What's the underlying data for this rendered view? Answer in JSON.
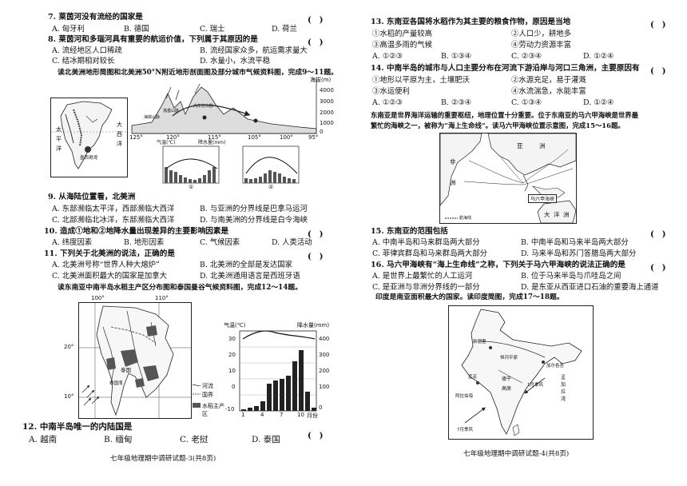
{
  "left": {
    "q7": {
      "stem": "7. 莱茵河没有流经的国家是",
      "paren": "(　)",
      "a": "A. 匈牙利",
      "b": "B. 德国",
      "c": "C. 瑞士",
      "d": "D. 荷兰"
    },
    "q8": {
      "stem": "8. 莱茵河和多瑙河具有重要的航运价值，下列属于其原因的是",
      "paren": "(　)",
      "a": "A. 流经地区人口稀疏",
      "b": "B. 流经国家众多，航运需求量大",
      "c": "C. 结冰期相对较长",
      "d": "D. 水量小，水流平稳"
    },
    "intro9": "读北美洲地形简图和北美洲50°N附近地形剖面图及部分城市气候资料图，完成9～11题。",
    "fig1": {
      "labels": {
        "pacific": "太",
        "pacific2": "平",
        "pacific3": "洋",
        "atlantic": "大",
        "atlantic2": "西",
        "atlantic3": "洋",
        "gulf": "墨西哥湾"
      },
      "profile": {
        "alt_unit": "海拔(m)",
        "ticks": [
          "4000",
          "3000",
          "2000",
          "1000",
          "0"
        ],
        "lon": [
          "125°",
          "120°",
          "115°",
          "105°",
          "100°",
          "95°"
        ],
        "mountains": [
          "落基山脉",
          "海岸山脉",
          "内华达山脉"
        ]
      },
      "climate": {
        "title_left": "气温(℃)",
        "title_right": "降水量(mm)",
        "label1": "①",
        "label2": "②"
      }
    },
    "q9": {
      "stem": "9. 从海陆位置看，北美洲",
      "a": "A. 东部濒临太平洋，西部濒临大西洋",
      "b": "B. 与亚洲的分界线是巴拿马运河",
      "c": "C. 北部濒临北冰洋，东部濒临大西洋",
      "d": "D. 与南美洲的分界线是白令海峡"
    },
    "q10": {
      "stem": "10. 造成①地和②地降水量出现差异的主要影响因素是",
      "paren": "(　)",
      "a": "A. 纬度因素",
      "b": "B. 地形因素",
      "c": "C. 气候因素",
      "d": "D. 人类活动"
    },
    "q11": {
      "stem": "11. 下列关于北美洲的说法，正确的是",
      "paren": "(　)",
      "a": "A. 北美洲号称“世界人种大熔炉”",
      "b": "B. 北美洲的全部是发达国家",
      "c": "C. 北美洲面积最大的国家是加拿大",
      "d": "D. 北美洲通用语言是西班牙语"
    },
    "intro12": "读东南亚中南半岛水稻主产区分布图和泰国曼谷气候资料图，完成12～14题。",
    "fig2": {
      "lon": [
        "100°",
        "110°"
      ],
      "lat": [
        "20°",
        "10°"
      ],
      "thailand": "泰国",
      "gulf": "泰国湾",
      "legend_river": "河流",
      "legend_border": "国界",
      "legend_rice": "水稻主产区"
    },
    "fig3": {
      "title_left": "气温(℃)",
      "title_right": "降水量(mm)",
      "yleft": [
        "30",
        "20",
        "10",
        "0",
        "-10"
      ],
      "yright": [
        "400",
        "300",
        "200",
        "100",
        "0"
      ],
      "months": [
        "1",
        "4",
        "7",
        "10"
      ],
      "unit": "月份"
    },
    "q12": {
      "stem": "12. 中南半岛唯一的内陆国是",
      "paren": "(　)",
      "a": "A. 越南",
      "b": "B. 缅甸",
      "c": "C. 老挝",
      "d": "D. 泰国"
    },
    "footer": "七年级地理期中调研试题-3(共8页)"
  },
  "right": {
    "q13": {
      "stem": "13. 东南亚各国将水稻作为其主要的粮食作物，原因是当地",
      "paren": "(　)",
      "o1": "①水稻的产量较高",
      "o2": "②人口少，耕地多",
      "o3": "③高温多雨的气候",
      "o4": "④劳动力资源丰富",
      "a": "A. ①②③",
      "b": "B. ①③④",
      "c": "C. ②③④",
      "d": "D. ①②④"
    },
    "q14": {
      "stem": "14. 中南半岛的城市与人口主要分布在河流下游沿岸与河口三角洲，主要原因有",
      "paren": "(　)",
      "o1": "①地形以平原为主，土壤肥沃",
      "o2": "②水源充足，易于灌溉",
      "o3": "③水运便利",
      "o4": "④水流湍急，水能丰富",
      "a": "A. ①②③",
      "b": "B. ②③④",
      "c": "C. ①③④",
      "d": "D. ①②④"
    },
    "intro15a": "东南亚是世界海洋运输的重要枢纽，地理位置十分重要。位于东南亚的马六甲海峡是世界最",
    "intro15b": "繁忙的海峡之一，被称为“海上生命线”。读马六甲海峡位置示意图，完成15～16题。",
    "fig4": {
      "asia": "亚",
      "asia2": "洲",
      "africa": "非",
      "africa2": "洲",
      "ocean": "大",
      "ocean2": "洋",
      "ocean3": "洲",
      "strait": "马六甲海峡",
      "legend": "航海线"
    },
    "q15": {
      "stem": "15. 东南亚的范围包括",
      "paren": "(　)",
      "a": "A. 中南半岛和马来群岛两大部分",
      "b": "B. 中南半岛和马来半岛两大部分",
      "c": "C. 菲律宾群岛和马来群岛两大部分",
      "d": "D. 马来半岛和苏门答腊岛两大部分"
    },
    "q16": {
      "stem": "16. 马六甲海峡有“海上生命线”之称，下列关于马六甲海峡的说法正确的是",
      "paren": "(　)",
      "a": "A. 是世界上最繁忙的人工运河",
      "b": "B. 位于马来半岛与爪哇岛之间",
      "c": "C. 是亚洲与非洲分界线的一部分",
      "d": "D. 是东亚从西亚进口石油的重要海上通道"
    },
    "intro17": "印度是南亚面积最大的国家。读印度简图，完成17～18题。",
    "fig5": {
      "newdelhi": "新德里",
      "ganges": "恒河平原",
      "deccan": "德干",
      "deccan2": "高原",
      "arabian": "阿拉伯海",
      "bengal": "孟加拉湾",
      "mumbai": "孟买",
      "kolkata": "加尔各答",
      "wind1": "1月季风",
      "wind2": "7月季风"
    },
    "footer": "七年级地理期中调研试题-4(共8页)"
  }
}
